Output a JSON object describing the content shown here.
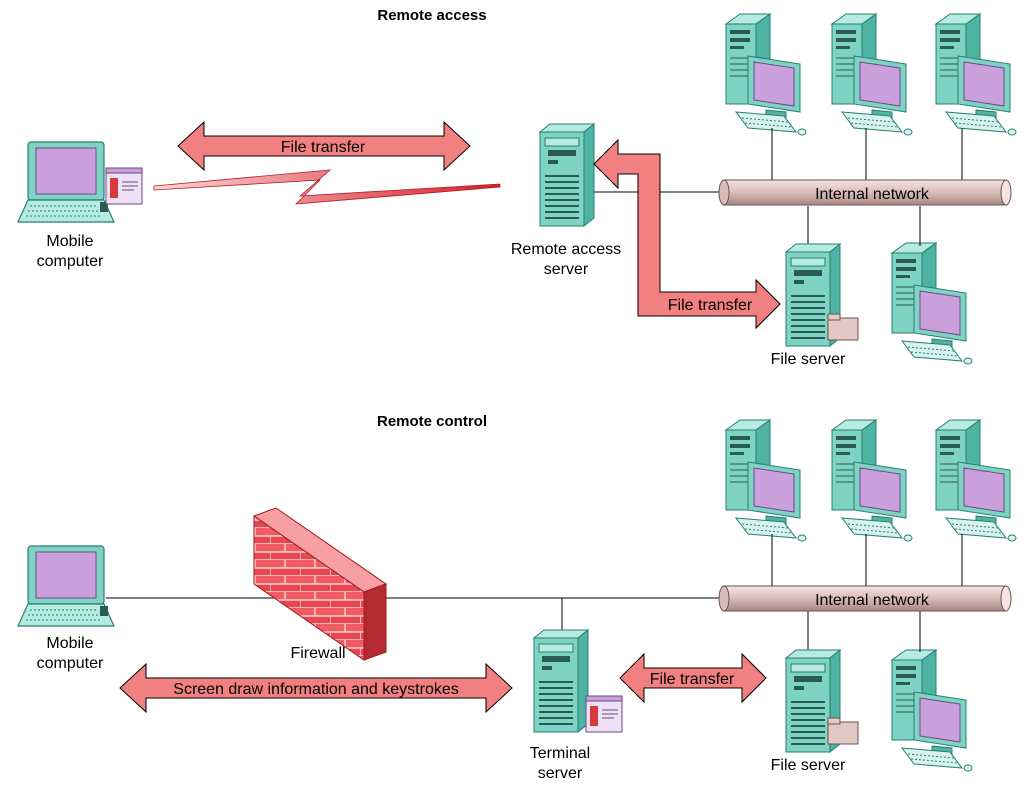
{
  "top": {
    "title": "Remote access",
    "mobile_label_1": "Mobile",
    "mobile_label_2": "computer",
    "arrow_label": "File transfer",
    "ras_label_1": "Remote access",
    "ras_label_2": "server",
    "network_label": "Internal network",
    "inner_arrow_label": "File transfer",
    "file_server_label": "File server"
  },
  "bottom": {
    "title": "Remote control",
    "mobile_label_1": "Mobile",
    "mobile_label_2": "computer",
    "firewall_label": "Firewall",
    "screen_arrow_label": "Screen draw information and keystrokes",
    "terminal_label_1": "Terminal",
    "terminal_label_2": "server",
    "file_arrow_label": "File transfer",
    "network_label": "Internal network",
    "file_server_label": "File server"
  },
  "colors": {
    "computer_teal": "#7fd3c4",
    "screen_violet": "#c9a0dc",
    "arrow_red": "#f28080",
    "network_pipe": "#d9bcb8",
    "firewall_red": "#e8474f"
  }
}
